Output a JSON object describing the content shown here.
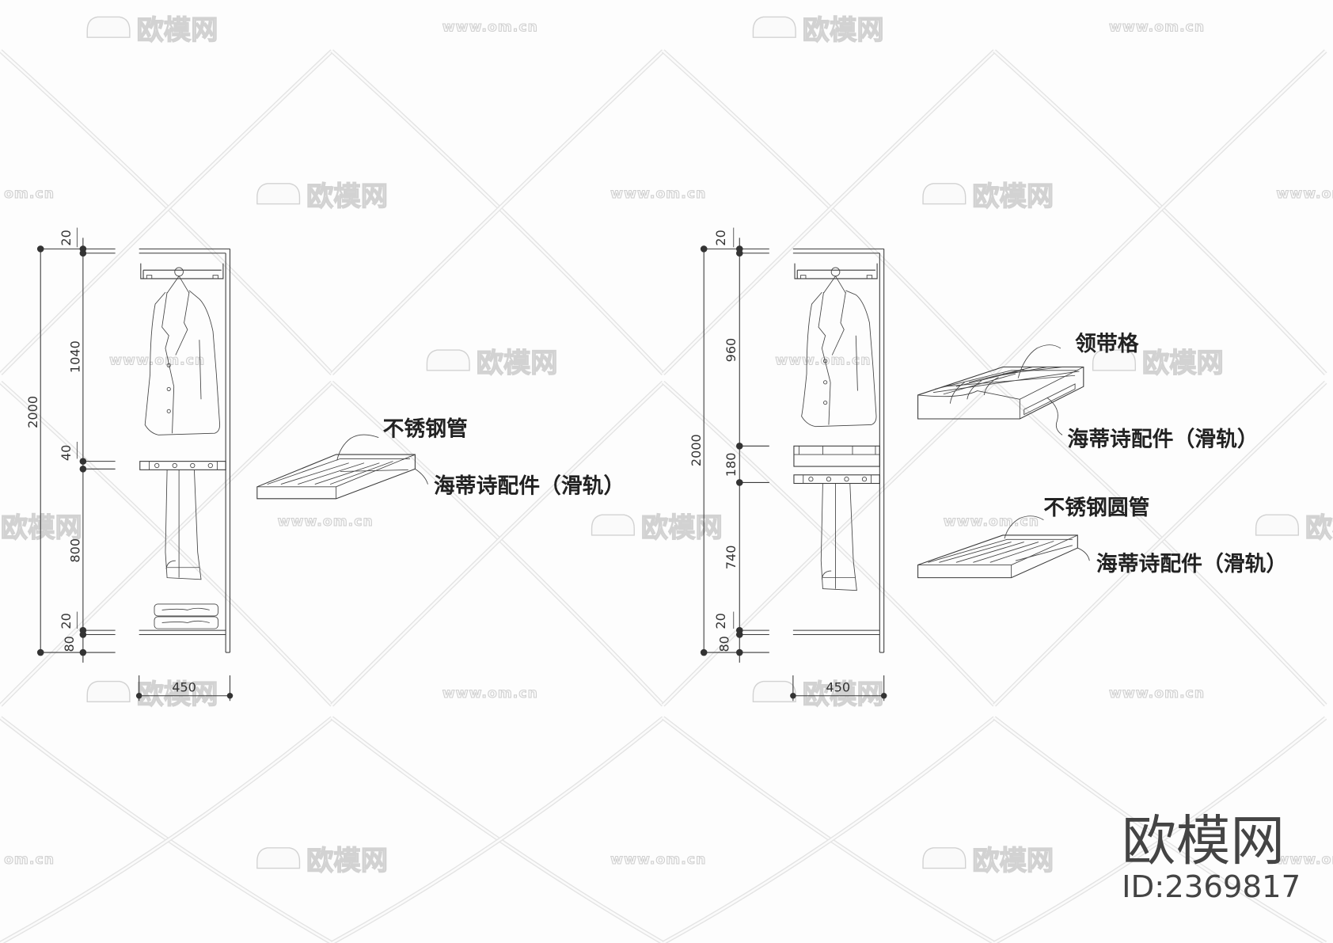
{
  "watermark": {
    "logo_text": "欧模网",
    "url_text": "www.om.cn",
    "url_fragment": "om.cn"
  },
  "left_elevation": {
    "overall_height": "2000",
    "segments": [
      "20",
      "1040",
      "40",
      "800",
      "20",
      "80"
    ],
    "width": "450",
    "callouts": {
      "tube": "不锈钢管",
      "rail": "海蒂诗配件（滑轨）"
    }
  },
  "right_elevation": {
    "overall_height": "2000",
    "segments": [
      "20",
      "960",
      "180",
      "740",
      "20",
      "80"
    ],
    "width": "450",
    "callouts": {
      "tie_tray": "领带格",
      "tie_tray_rail": "海蒂诗配件（滑轨）",
      "round_tube": "不锈钢圆管",
      "round_tube_rail": "海蒂诗配件（滑轨）"
    }
  },
  "brand": {
    "name": "欧模网",
    "id": "ID:2369817"
  },
  "colors": {
    "background": "#fdfdfd",
    "line": "#3a3a3a",
    "label": "#222222",
    "watermark": "#d2d2d2",
    "brand": "#444444"
  }
}
